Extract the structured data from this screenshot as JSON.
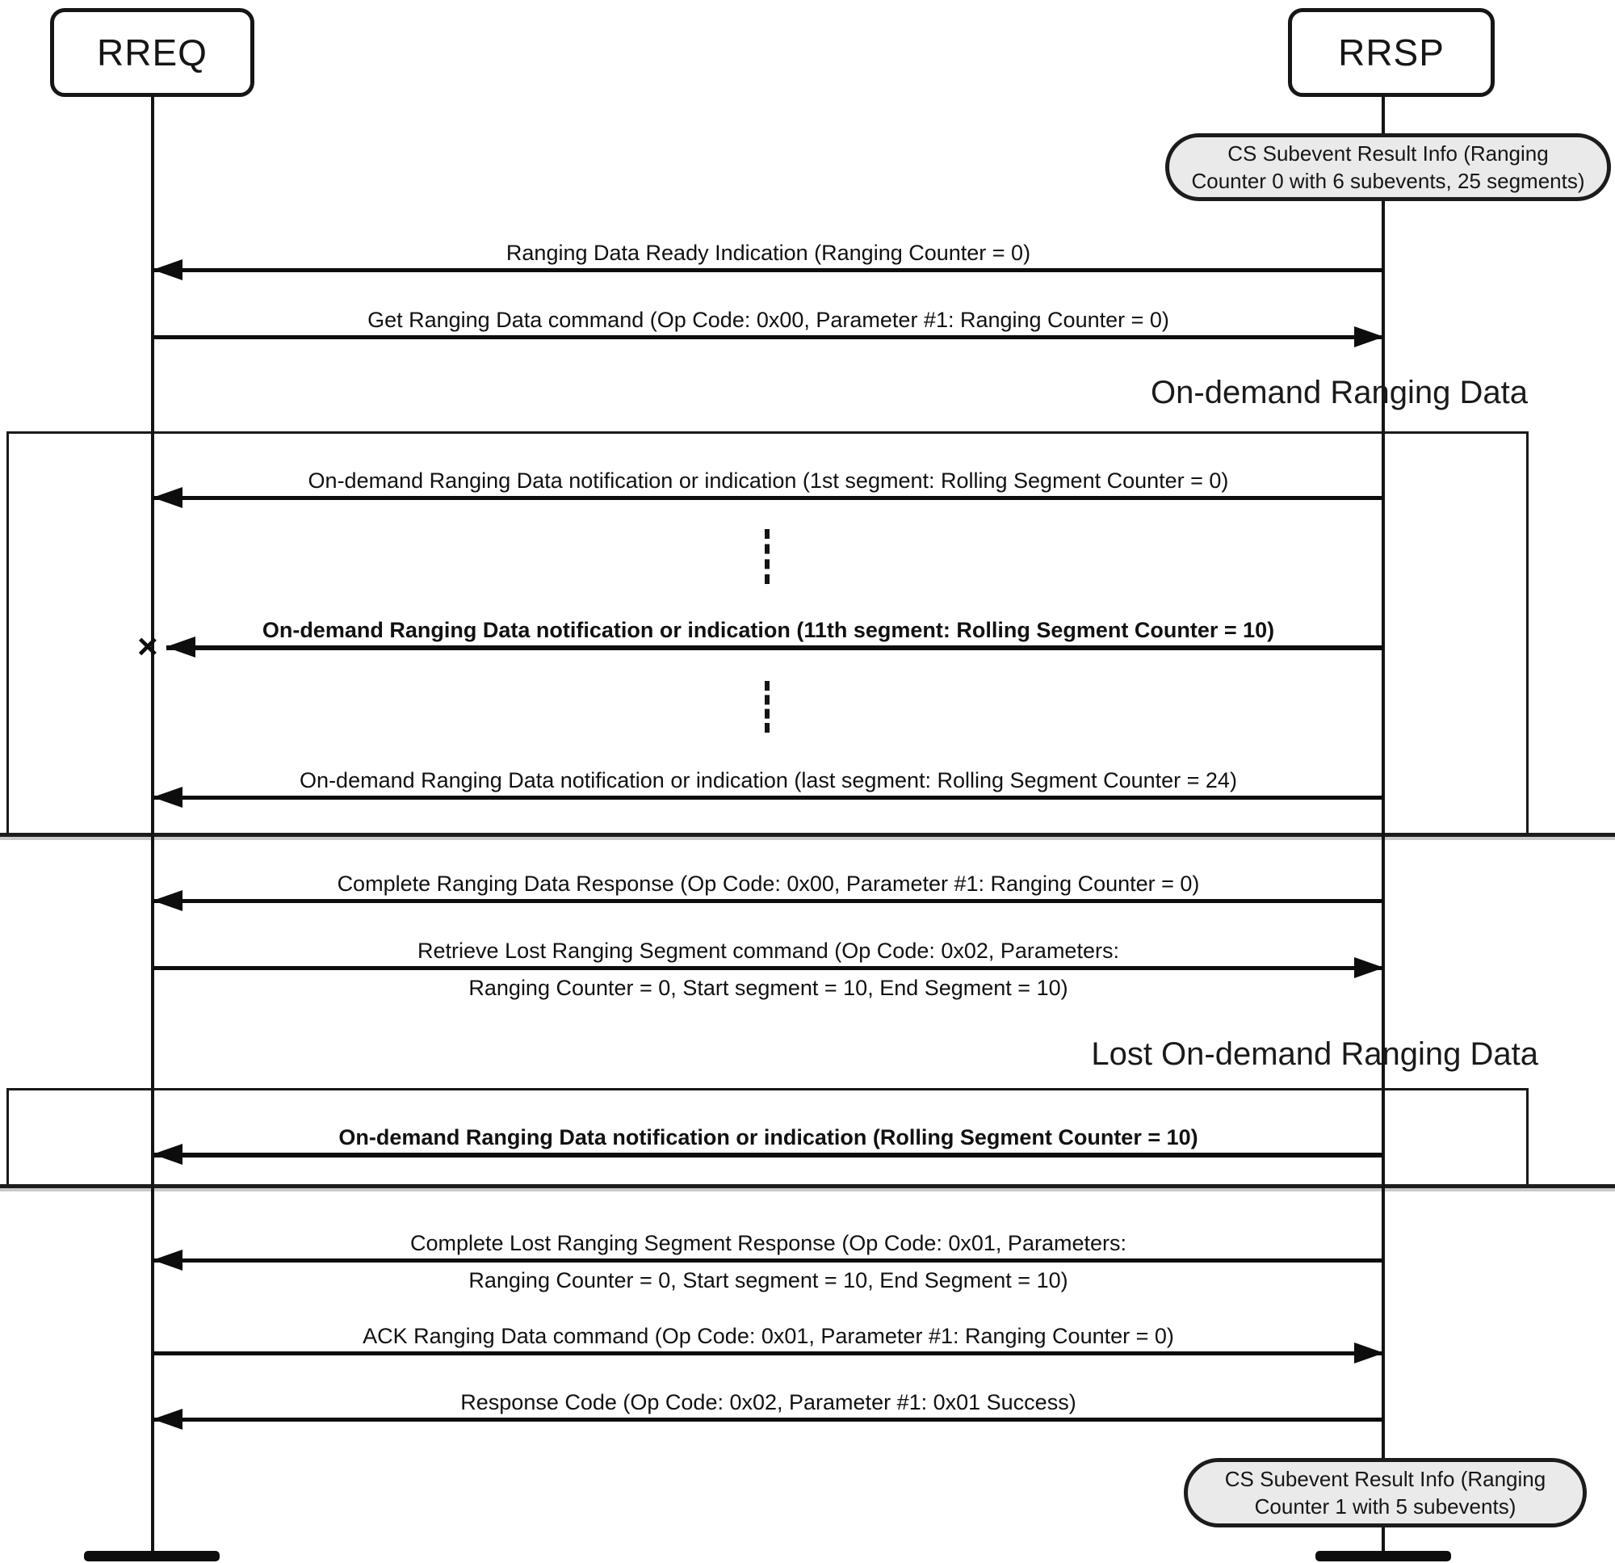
{
  "diagram": {
    "type": "sequence-diagram",
    "participants": [
      {
        "name": "RREQ"
      },
      {
        "name": "RRSP"
      }
    ],
    "notes": [
      {
        "lines": [
          "CS Subevent Result Info (Ranging",
          "Counter 0 with 6 subevents, 25 segments)"
        ]
      },
      {
        "lines": [
          "CS Subevent Result Info (Ranging",
          "Counter 1 with 5 subevents)"
        ]
      }
    ],
    "sections": [
      {
        "title": "On-demand Ranging Data"
      },
      {
        "title": "Lost On-demand Ranging Data"
      }
    ],
    "messages": [
      {
        "label": "Ranging Data Ready Indication (Ranging Counter = 0)",
        "from": "RRSP",
        "to": "RREQ"
      },
      {
        "label": "Get Ranging Data command (Op Code: 0x00, Parameter #1: Ranging Counter = 0)",
        "from": "RREQ",
        "to": "RRSP"
      },
      {
        "label": "On-demand Ranging Data notification or indication (1st segment: Rolling Segment Counter = 0)",
        "from": "RRSP",
        "to": "RREQ"
      },
      {
        "label": "On-demand Ranging Data notification or indication (11th segment: Rolling Segment Counter = 10)",
        "from": "RRSP",
        "to": "RREQ",
        "emphasis": true,
        "lost": true
      },
      {
        "label": "On-demand Ranging Data notification or indication (last segment: Rolling Segment Counter = 24)",
        "from": "RRSP",
        "to": "RREQ"
      },
      {
        "label": "Complete Ranging Data Response (Op Code: 0x00, Parameter #1: Ranging Counter = 0)",
        "from": "RRSP",
        "to": "RREQ"
      },
      {
        "label": "Retrieve Lost Ranging Segment command (Op Code: 0x02, Parameters:",
        "label2": "Ranging Counter = 0, Start segment = 10, End Segment = 10)",
        "from": "RREQ",
        "to": "RRSP"
      },
      {
        "label": "On-demand Ranging Data notification or indication (Rolling Segment Counter = 10)",
        "from": "RRSP",
        "to": "RREQ",
        "emphasis": true
      },
      {
        "label": "Complete Lost Ranging Segment Response (Op Code: 0x01, Parameters:",
        "label2": "Ranging Counter = 0, Start segment = 10, End Segment = 10)",
        "from": "RRSP",
        "to": "RREQ"
      },
      {
        "label": "ACK Ranging Data command (Op Code: 0x01, Parameter #1: Ranging Counter = 0)",
        "from": "RREQ",
        "to": "RRSP"
      },
      {
        "label": "Response Code (Op Code: 0x02, Parameter #1: 0x01 Success)",
        "from": "RRSP",
        "to": "RREQ"
      }
    ],
    "lost_marker": "×",
    "ellipsis_icon": "vertical-ellipsis",
    "colors": {
      "line": "#0d0d0d",
      "text": "#111111",
      "note_fill": "#eaeaea",
      "background": "#ffffff",
      "rule_shadow": "#c9c9c9"
    }
  }
}
